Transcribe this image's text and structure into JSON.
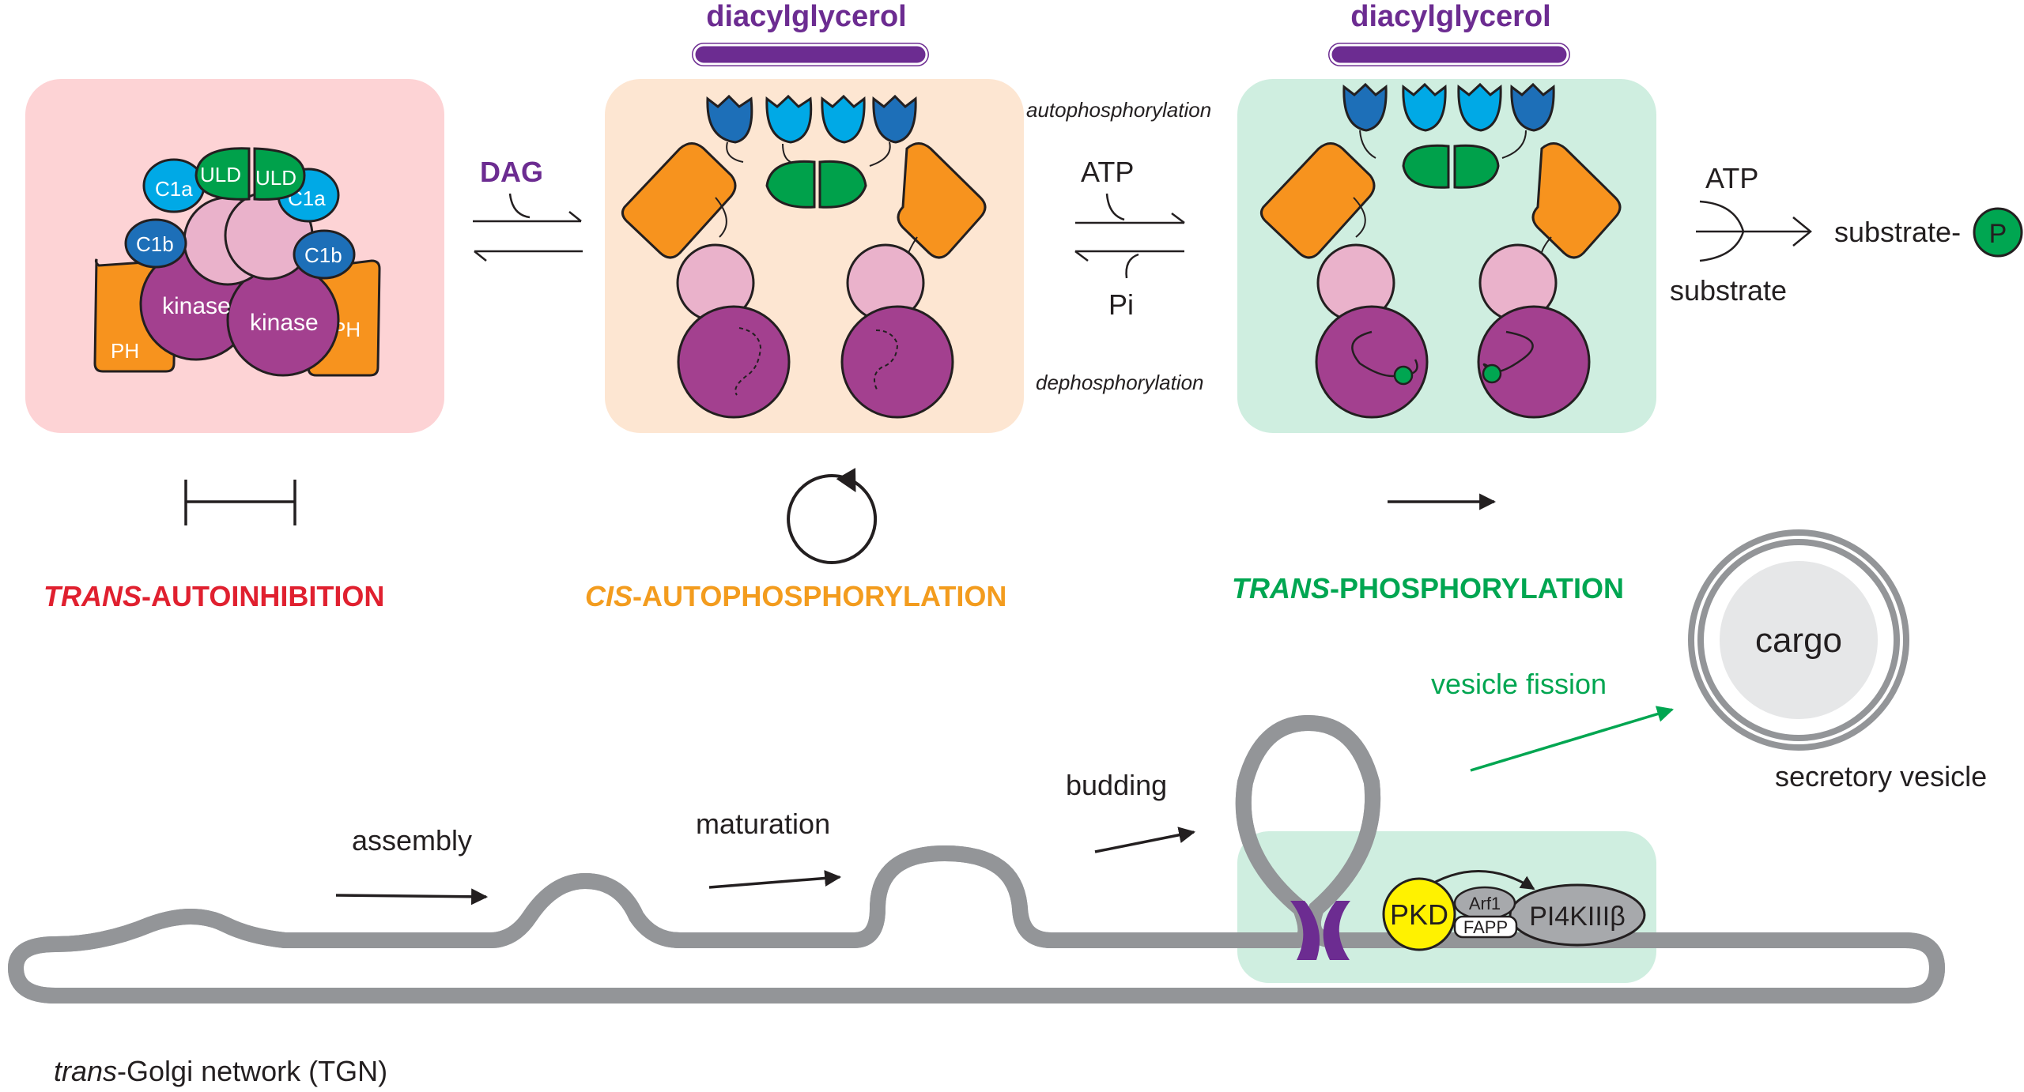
{
  "colors": {
    "pink_box": "#fdd3d5",
    "orange_box": "#fde6d2",
    "green_box": "#cfeee0",
    "kinase": "#a3408f",
    "pink_domain": "#eab2cb",
    "ph": "#f7931e",
    "c1a": "#00a9e6",
    "c1b": "#1d6fb8",
    "uld": "#00a14b",
    "dag_purple": "#6c2c91",
    "trans_red": "#e0202f",
    "cis_orange": "#f39c1e",
    "trans_green": "#00a651",
    "membrane": "#939598",
    "pkd_yellow": "#fff200"
  },
  "top": {
    "diacylglycerol_1": "diacylglycerol",
    "diacylglycerol_2": "diacylglycerol",
    "dag_arrow": "DAG",
    "atp_arrow": "ATP",
    "pi_arrow": "Pi",
    "autophosphorylation": "autophosphorylation",
    "dephosphorylation": "dephosphorylation",
    "atp_right": "ATP",
    "substrate": "substrate",
    "substrate_p": "substrate-",
    "p_label": "P"
  },
  "inactive": {
    "uld_left": "ULD",
    "uld_right": "ULD",
    "c1a_left": "C1a",
    "c1a_right": "C1a",
    "c1b_left": "C1b",
    "c1b_right": "C1b",
    "ph_left": "PH",
    "ph_right": "PH",
    "kinase_left": "kinase",
    "kinase_right": "kinase"
  },
  "mechanisms": {
    "trans_autoinhibition_prefix": "TRANS",
    "trans_autoinhibition_suffix": "-AUTOINHIBITION",
    "cis_autophos_prefix": "CIS",
    "cis_autophos_suffix": "-AUTOPHOSPHORYLATION",
    "trans_phos_prefix": "TRANS",
    "trans_phos_suffix": "-PHOSPHORYLATION"
  },
  "golgi": {
    "assembly": "assembly",
    "maturation": "maturation",
    "budding": "budding",
    "vesicle_fission": "vesicle fission",
    "cargo": "cargo",
    "secretory_vesicle": "secretory vesicle",
    "pkd": "PKD",
    "arf1": "Arf1",
    "fapp": "FAPP",
    "pi4k": "PI4KIIIβ",
    "tgn_prefix": "trans",
    "tgn_suffix": "-Golgi network (TGN)"
  }
}
